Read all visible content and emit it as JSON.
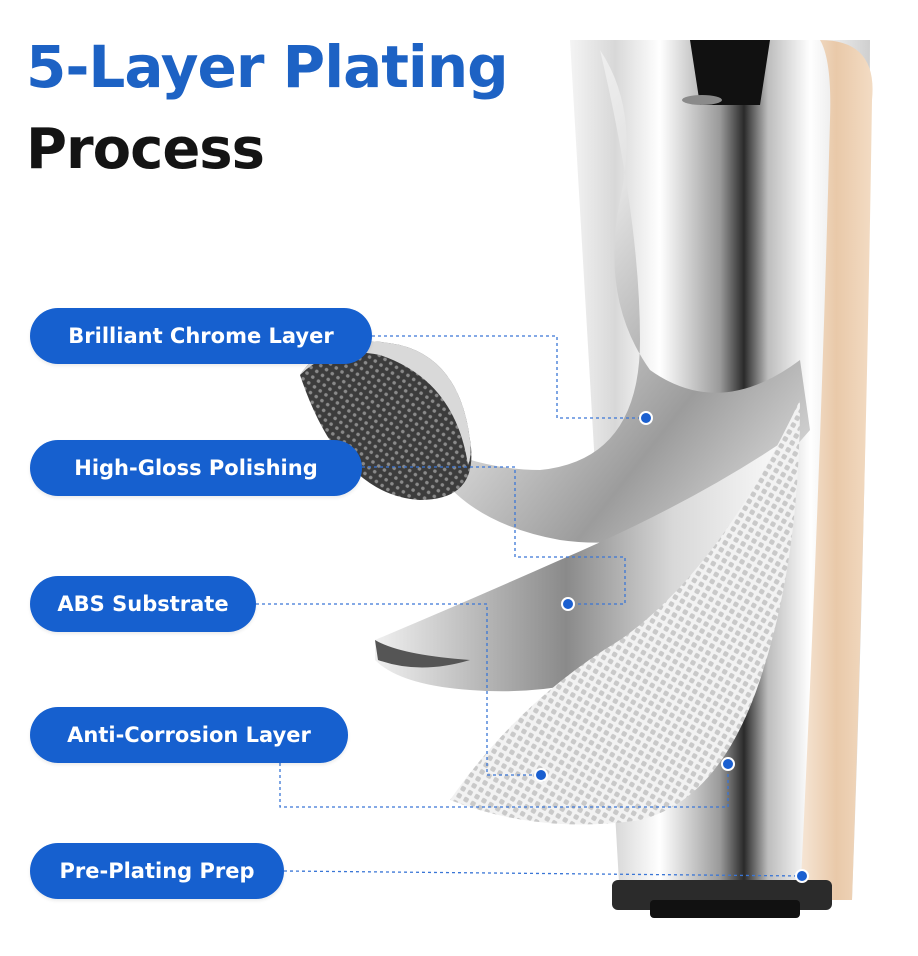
{
  "title": {
    "line1": "5-Layer Plating",
    "line2": "Process"
  },
  "layers": [
    {
      "label": "Brilliant Chrome Layer"
    },
    {
      "label": "High-Gloss Polishing"
    },
    {
      "label": "ABS Substrate"
    },
    {
      "label": "Anti-Corrosion Layer"
    },
    {
      "label": "Pre-Plating Prep"
    }
  ],
  "colors": {
    "title_blue": "#1d62c4",
    "title_dark": "#141414",
    "pill_blue": "#1660cf",
    "marker_blue": "#1a5fd0"
  }
}
